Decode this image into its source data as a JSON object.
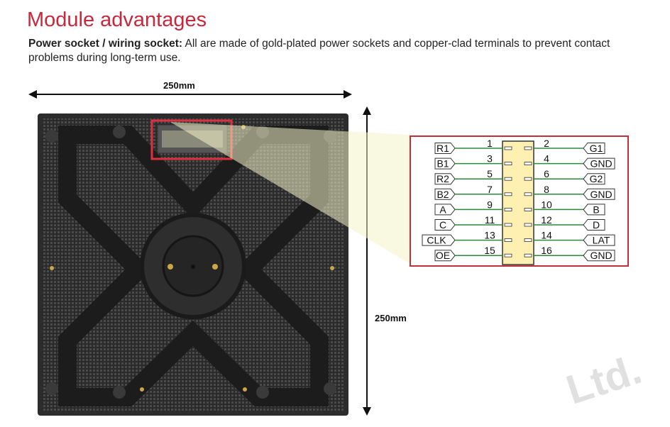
{
  "heading": "Module advantages",
  "description": {
    "bold_lead": "Power socket / wiring socket:",
    "text": " All are made of gold-plated power sockets and copper-clad terminals to prevent contact problems during long-term use."
  },
  "dimensions": {
    "width_label": "250mm",
    "height_label": "250mm"
  },
  "pinout": {
    "rows": [
      {
        "left_signal": "R1",
        "left_pin": "1",
        "right_pin": "2",
        "right_signal": "G1"
      },
      {
        "left_signal": "B1",
        "left_pin": "3",
        "right_pin": "4",
        "right_signal": "GND"
      },
      {
        "left_signal": "R2",
        "left_pin": "5",
        "right_pin": "6",
        "right_signal": "G2"
      },
      {
        "left_signal": "B2",
        "left_pin": "7",
        "right_pin": "8",
        "right_signal": "GND"
      },
      {
        "left_signal": "A",
        "left_pin": "9",
        "right_pin": "10",
        "right_signal": "B"
      },
      {
        "left_signal": "C",
        "left_pin": "11",
        "right_pin": "12",
        "right_signal": "D"
      },
      {
        "left_signal": "CLK",
        "left_pin": "13",
        "right_pin": "14",
        "right_signal": "LAT"
      },
      {
        "left_signal": "OE",
        "left_pin": "15",
        "right_pin": "16",
        "right_signal": "GND"
      }
    ]
  },
  "watermark": "Ltd.",
  "colors": {
    "heading": "#c8283c",
    "highlight_box": "#e03040",
    "pinout_border": "#c0303a",
    "connector_fill": "#fdf0b0",
    "wire": "#2a8a3a"
  }
}
